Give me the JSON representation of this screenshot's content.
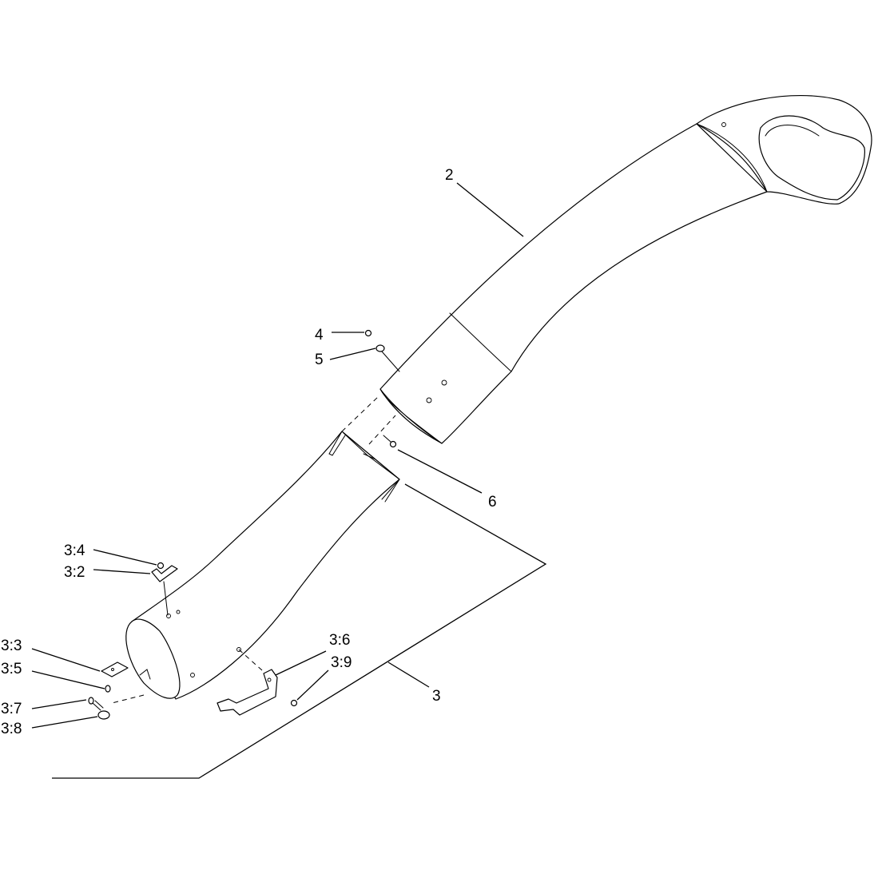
{
  "callouts": {
    "c2": "2",
    "c3": "3",
    "c4": "4",
    "c5": "5",
    "c6": "6",
    "c3_2": "3:2",
    "c3_3": "3:3",
    "c3_4": "3:4",
    "c3_5": "3:5",
    "c3_6": "3:6",
    "c3_7": "3:7",
    "c3_8": "3:8",
    "c3_9": "3:9"
  }
}
